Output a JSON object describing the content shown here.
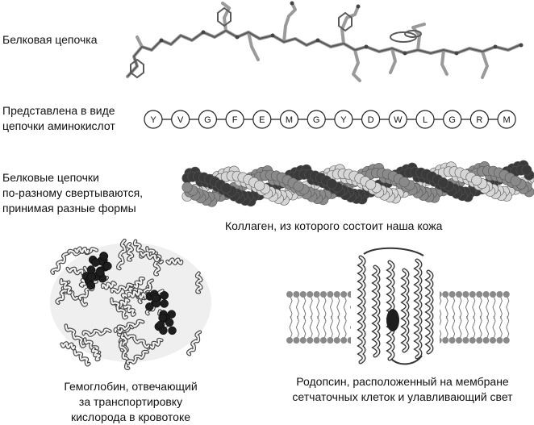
{
  "rows": {
    "chain": {
      "label": "Белковая цепочка"
    },
    "sequence": {
      "label_line1": "Представлена в виде",
      "label_line2": "цепочки аминокислот",
      "residues": [
        "Y",
        "V",
        "G",
        "F",
        "E",
        "M",
        "G",
        "Y",
        "D",
        "W",
        "L",
        "G",
        "R",
        "M"
      ]
    },
    "folding": {
      "label_line1": "Белковые цепочки",
      "label_line2": "по-разному свертываются,",
      "label_line3": "принимая разные формы"
    },
    "collagen": {
      "caption": "Коллаген, из которого состоит наша кожа"
    },
    "hemoglobin": {
      "caption_line1": "Гемоглобин, отвечающий",
      "caption_line2": "за транспортировку",
      "caption_line3": "кислорода в кровотоке"
    },
    "rhodopsin": {
      "caption_line1": "Родопсин, расположенный на мембране",
      "caption_line2": "сетчаточных клеток и улавливающий свет"
    }
  },
  "colors": {
    "dark": "#3a3a3a",
    "mid": "#8a8a8a",
    "light": "#d6d6d6",
    "line": "#222222"
  }
}
